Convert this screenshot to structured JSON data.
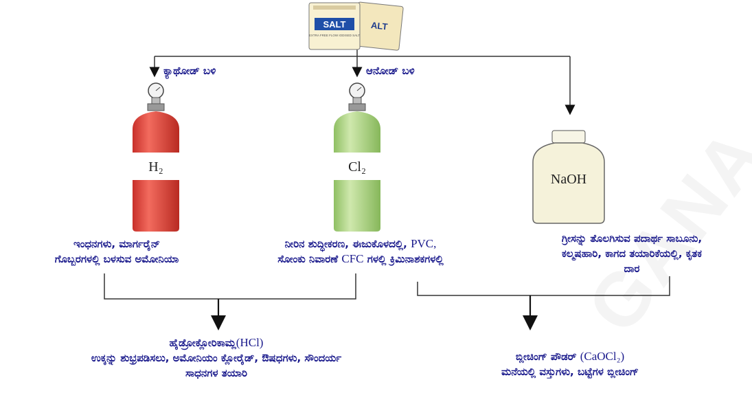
{
  "salt": {
    "front_word": "SALT",
    "front_sub": "EXTRA FREE FLOW IODISED SALT",
    "back_word": "ALT"
  },
  "branches": {
    "cathode": "ಕ್ಯಾಥೋಡ್ ಬಳಿ",
    "anode": "ಆನೋಡ್ ಬಳಿ"
  },
  "products": {
    "h2": "H₂",
    "cl2": "Cl₂",
    "naoh": "NaOH"
  },
  "uses": {
    "h2_line1": "ಇಂಧನಗಳು, ಮಾರ್ಗರೈನ್",
    "h2_line2": "ಗೊಬ್ಬರಗಳಲ್ಲಿ ಬಳಸುವ ಅಮೋನಿಯಾ",
    "cl2_line1_kn": "ನೀರಿನ ಶುದ್ಧೀಕರಣ, ಈಜುಕೊಳದಲ್ಲಿ,",
    "cl2_line1_sym": "PVC,",
    "cl2_line2_kn_a": "ಸೋಂಕು ನಿವಾರಣೆ",
    "cl2_line2_sym": "CFC",
    "cl2_line2_kn_b": "ಗಳಲ್ಲಿ ಕ್ರಿಮಿನಾಶಕಗಳಲ್ಲಿ",
    "naoh_line1": "ಗ್ರೀಸನ್ನು ತೊಲಗಿಸುವ ಪದಾರ್ಥ ಸಾಬೂನು,",
    "naoh_line2": "ಕಲ್ಮಷಹಾರಿ, ಕಾಗದ ತಯಾರಿಕೆಯಲ್ಲಿ, ಕೃತಕ",
    "naoh_line3": "ದಾರ"
  },
  "derived": {
    "hcl_name": "ಹೈಡ್ರೋಕ್ಲೋರಿಕಾಮ್ಲ",
    "hcl_formula": "(HCl)",
    "hcl_uses_1": "ಉಕ್ಕನ್ನು ಶುಭ್ರಪಡಿಸಲು, ಅಮೋನಿಯಂ ಕ್ಲೋರೈಡ್, ಔಷಧಗಳು, ಸೌಂದರ್ಯ",
    "hcl_uses_2": "ಸಾಧನಗಳ ತಯಾರಿ",
    "bleach_name": "ಬ್ಲೀಚಿಂಗ್ ಪೌಡರ್",
    "bleach_formula": "(CaOCl₂)",
    "bleach_uses": "ಮನೆಯಲ್ಲಿ ವಸ್ತುಗಳು, ಬಟ್ಟೆಗಳ ಬ್ಲೀಚಿಂಗ್"
  },
  "watermark": "GANA",
  "colors": {
    "text": "#1a1a8c",
    "h2_cylinder": "#e8473c",
    "cl2_cylinder": "#a8d080",
    "naoh_bottle": "#f4f1d8"
  }
}
